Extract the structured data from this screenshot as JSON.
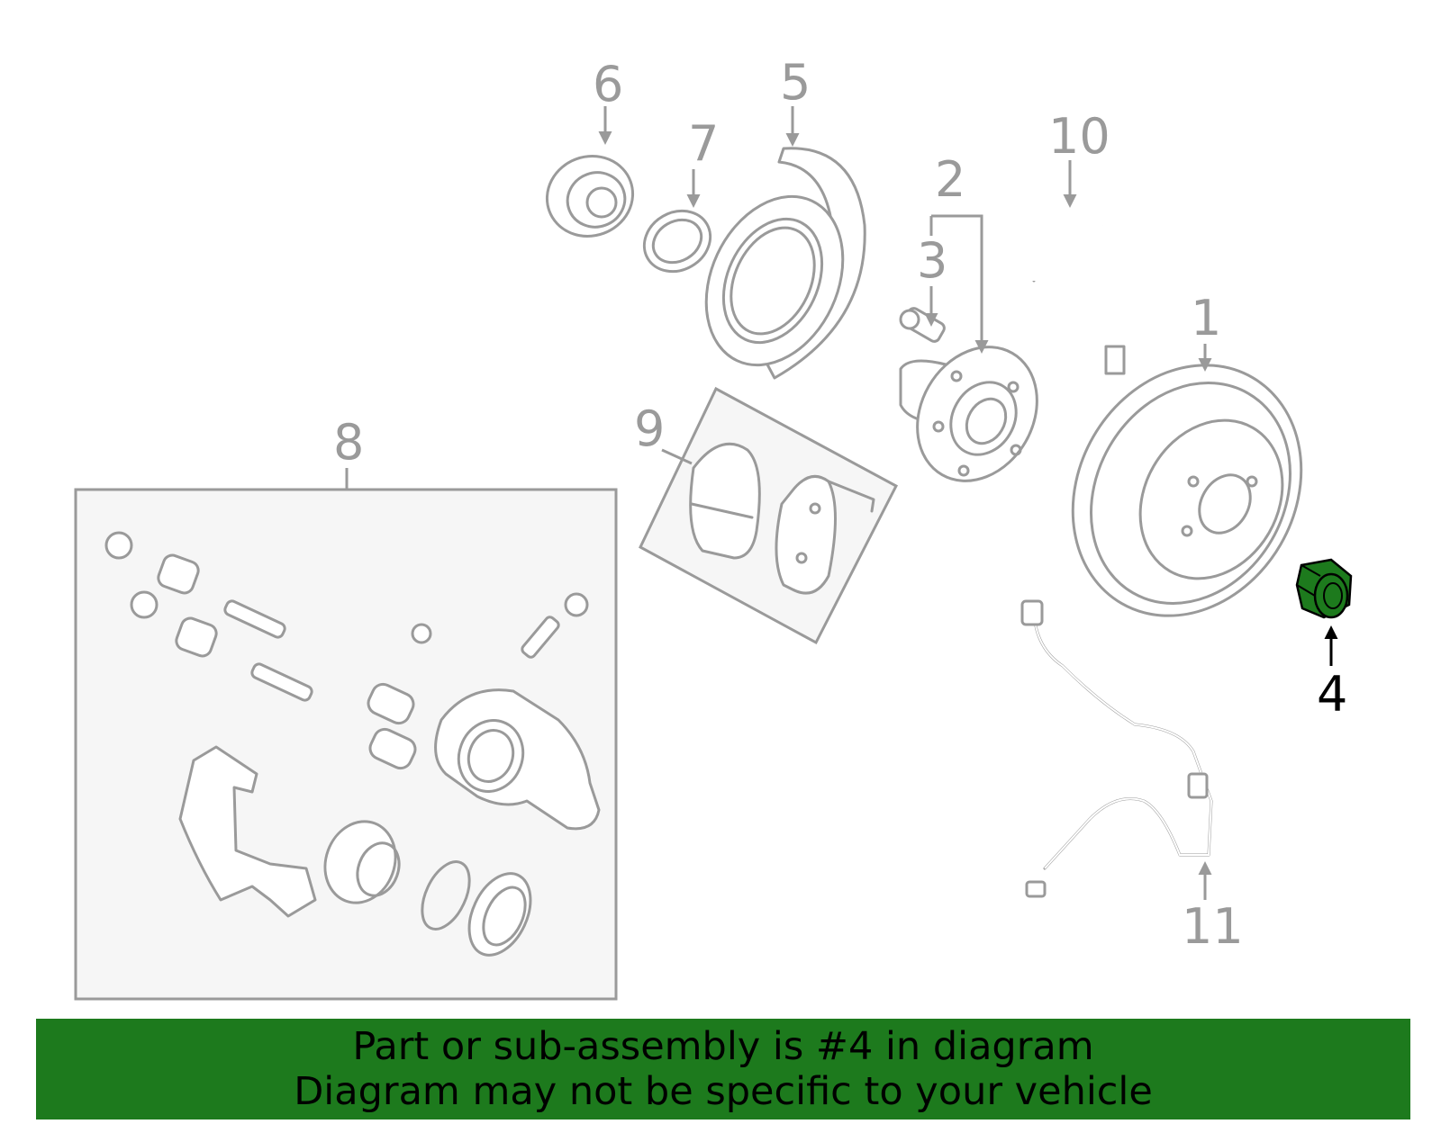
{
  "callouts": {
    "c1": "1",
    "c2": "2",
    "c3": "3",
    "c4": "4",
    "c5": "5",
    "c6": "6",
    "c7": "7",
    "c8": "8",
    "c9": "9",
    "c10": "10",
    "c11": "11"
  },
  "highlight": {
    "part": "4",
    "color": "#1d7a1d"
  },
  "banner": {
    "line1": "Part or sub-assembly is #4 in diagram",
    "line2": "Diagram may not be specific to your vehicle",
    "background": "#1d7a1d"
  }
}
